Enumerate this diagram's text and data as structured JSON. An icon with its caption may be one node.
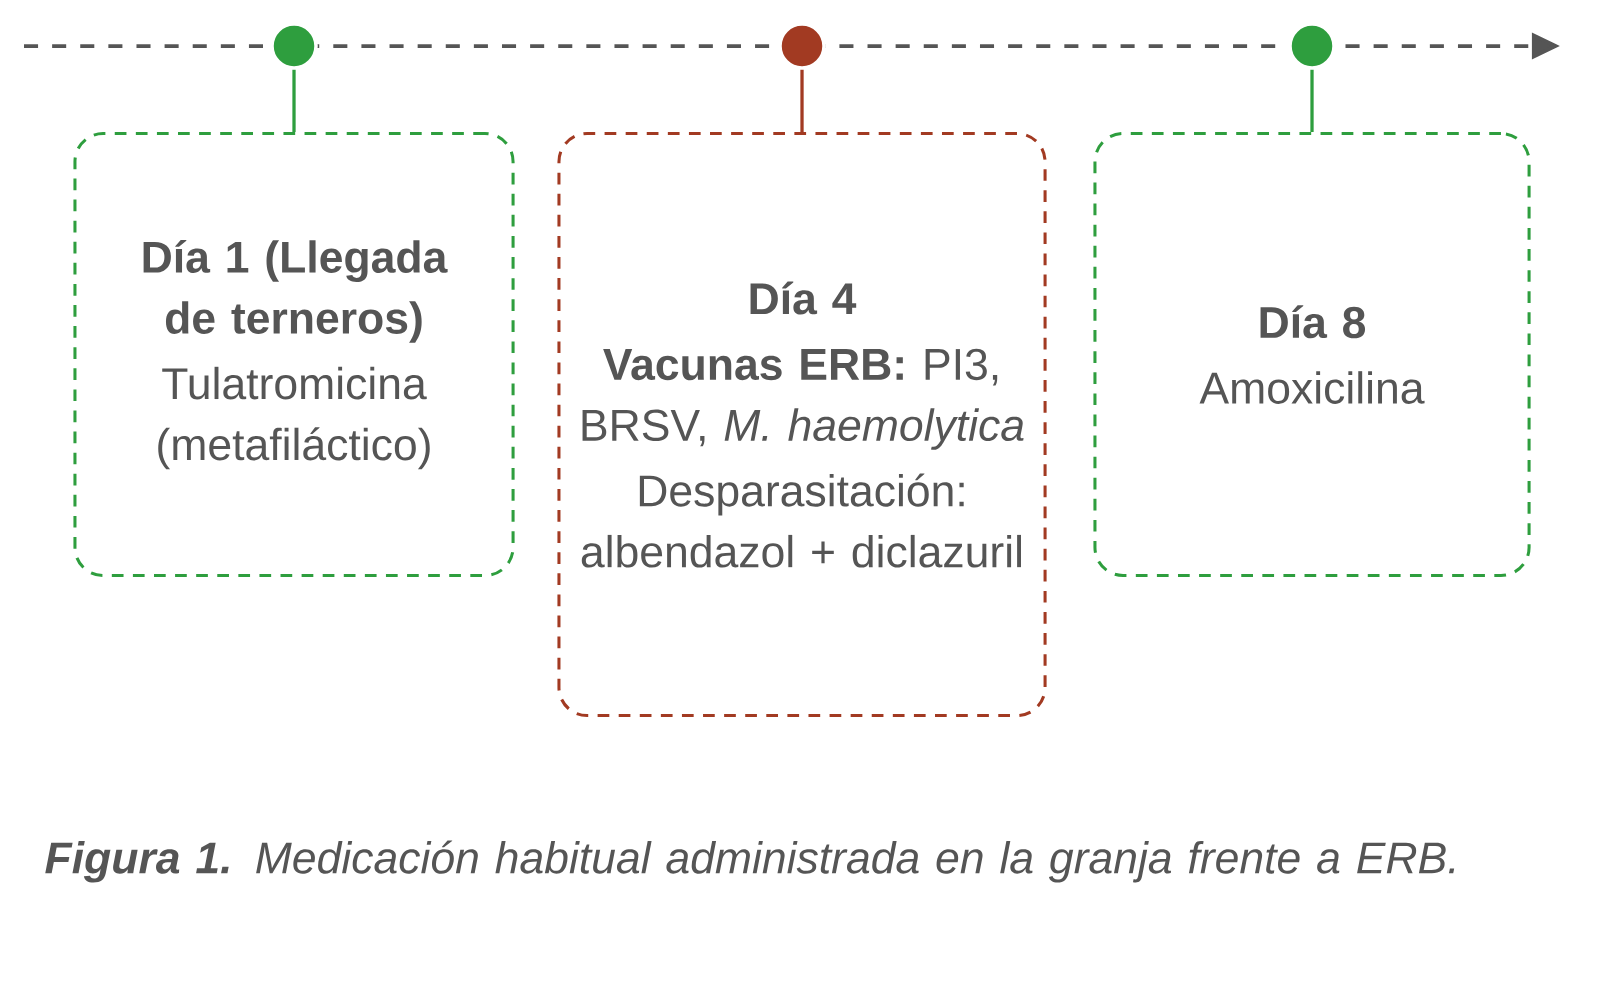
{
  "diagram": {
    "caption": "**Figura 1.** Medicación habitual administrada en la granja frente a ERB.",
    "nodes": [
      {
        "text": [],
        "shape": "circle"
      },
      {
        "text": [],
        "shape": "circle"
      },
      {
        "text": [],
        "shape": "circle"
      },
      {
        "text": [
          "Día 1 (Llegada de terneros)",
          "Tulatromicina (metafiláctico)"
        ]
      },
      {
        "text": [
          "Día 4",
          "**Vacunas ERB:** PI3, BRSV, *M. haemolytica*",
          "Desparasitación: albendazol + diclazuril"
        ]
      },
      {
        "text": [
          "Día 8",
          "Amoxicilina"
        ]
      }
    ],
    "edges": [
      {
        "from": 0,
        "to": 3,
        "arrow": "none"
      },
      {
        "from": 1,
        "to": 4,
        "arrow": "none",
        "color": "#a23a22"
      },
      {
        "from": 2,
        "to": 5,
        "arrow": "none"
      }
    ]
  }
}
